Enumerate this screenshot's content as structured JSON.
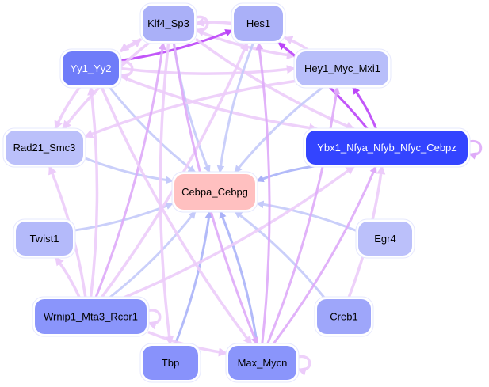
{
  "nodes": [
    {
      "id": "Klf4_Sp3",
      "label": "Klf4_Sp3",
      "fill": "#aab0f8",
      "text": "#000000"
    },
    {
      "id": "Hes1",
      "label": "Hes1",
      "fill": "#aab0f8",
      "text": "#000000"
    },
    {
      "id": "Yy1_Yy2",
      "label": "Yy1_Yy2",
      "fill": "#6f7cf9",
      "text": "#ffffff"
    },
    {
      "id": "Hey1_Myc_Mxi1",
      "label": "Hey1_Myc_Mxi1",
      "fill": "#b8befa",
      "text": "#000000"
    },
    {
      "id": "Rad21_Smc3",
      "label": "Rad21_Smc3",
      "fill": "#bbc0fa",
      "text": "#000000"
    },
    {
      "id": "Ybx1_Nfya_Nfyb_Nfyc_Cebpz",
      "label": "Ybx1_Nfya_Nfyb_Nfyc_Cebpz",
      "fill": "#3344ff",
      "text": "#ffffff"
    },
    {
      "id": "Cebpa_Cebpg",
      "label": "Cebpa_Cebpg",
      "fill": "#ffc0c0",
      "text": "#000000"
    },
    {
      "id": "Twist1",
      "label": "Twist1",
      "fill": "#b4bafa",
      "text": "#000000"
    },
    {
      "id": "Egr4",
      "label": "Egr4",
      "fill": "#bbc0fa",
      "text": "#000000"
    },
    {
      "id": "Wrnip1_Mta3_Rcor1",
      "label": "Wrnip1_Mta3_Rcor1",
      "fill": "#8a95fb",
      "text": "#000000"
    },
    {
      "id": "Creb1",
      "label": "Creb1",
      "fill": "#9ea6fa",
      "text": "#000000"
    },
    {
      "id": "Tbp",
      "label": "Tbp",
      "fill": "#8892fb",
      "text": "#000000"
    },
    {
      "id": "Max_Mycn",
      "label": "Max_Mycn",
      "fill": "#8a95fb",
      "text": "#000000"
    }
  ],
  "edge_colors": {
    "light": "#ecccfa",
    "medium": "#deaaf8",
    "strong": "#bb44f8",
    "blue": "#c4cafa",
    "blue_dark": "#aab2f8"
  },
  "edges": [
    {
      "s": "Hes1",
      "t": "Klf4_Sp3",
      "c": "light"
    },
    {
      "s": "Klf4_Sp3",
      "t": "Klf4_Sp3",
      "c": "light"
    },
    {
      "s": "Klf4_Sp3",
      "t": "Hey1_Myc_Mxi1",
      "c": "light"
    },
    {
      "s": "Hey1_Myc_Mxi1",
      "t": "Hes1",
      "c": "light"
    },
    {
      "s": "Klf4_Sp3",
      "t": "Yy1_Yy2",
      "c": "light"
    },
    {
      "s": "Yy1_Yy2",
      "t": "Klf4_Sp3",
      "c": "light"
    },
    {
      "s": "Yy1_Yy2",
      "t": "Hes1",
      "c": "strong"
    },
    {
      "s": "Yy1_Yy2",
      "t": "Hey1_Myc_Mxi1",
      "c": "light"
    },
    {
      "s": "Yy1_Yy2",
      "t": "Yy1_Yy2",
      "c": "light"
    },
    {
      "s": "Yy1_Yy2",
      "t": "Ybx1_Nfya_Nfyb_Nfyc_Cebpz",
      "c": "light"
    },
    {
      "s": "Klf4_Sp3",
      "t": "Ybx1_Nfya_Nfyb_Nfyc_Cebpz",
      "c": "light"
    },
    {
      "s": "Ybx1_Nfya_Nfyb_Nfyc_Cebpz",
      "t": "Hes1",
      "c": "strong"
    },
    {
      "s": "Ybx1_Nfya_Nfyb_Nfyc_Cebpz",
      "t": "Hey1_Myc_Mxi1",
      "c": "strong"
    },
    {
      "s": "Ybx1_Nfya_Nfyb_Nfyc_Cebpz",
      "t": "Ybx1_Nfya_Nfyb_Nfyc_Cebpz",
      "c": "medium"
    },
    {
      "s": "Klf4_Sp3",
      "t": "Cebpa_Cebpg",
      "c": "blue"
    },
    {
      "s": "Hes1",
      "t": "Cebpa_Cebpg",
      "c": "blue"
    },
    {
      "s": "Hey1_Myc_Mxi1",
      "t": "Cebpa_Cebpg",
      "c": "blue"
    },
    {
      "s": "Yy1_Yy2",
      "t": "Cebpa_Cebpg",
      "c": "blue"
    },
    {
      "s": "Rad21_Smc3",
      "t": "Cebpa_Cebpg",
      "c": "blue"
    },
    {
      "s": "Ybx1_Nfya_Nfyb_Nfyc_Cebpz",
      "t": "Cebpa_Cebpg",
      "c": "blue_dark"
    },
    {
      "s": "Twist1",
      "t": "Cebpa_Cebpg",
      "c": "blue"
    },
    {
      "s": "Egr4",
      "t": "Cebpa_Cebpg",
      "c": "blue"
    },
    {
      "s": "Wrnip1_Mta3_Rcor1",
      "t": "Cebpa_Cebpg",
      "c": "blue"
    },
    {
      "s": "Tbp",
      "t": "Cebpa_Cebpg",
      "c": "blue_dark"
    },
    {
      "s": "Max_Mycn",
      "t": "Cebpa_Cebpg",
      "c": "blue_dark"
    },
    {
      "s": "Creb1",
      "t": "Cebpa_Cebpg",
      "c": "blue"
    },
    {
      "s": "Yy1_Yy2",
      "t": "Rad21_Smc3",
      "c": "light"
    },
    {
      "s": "Klf4_Sp3",
      "t": "Rad21_Smc3",
      "c": "light"
    },
    {
      "s": "Hey1_Myc_Mxi1",
      "t": "Rad21_Smc3",
      "c": "light"
    },
    {
      "s": "Wrnip1_Mta3_Rcor1",
      "t": "Twist1",
      "c": "light"
    },
    {
      "s": "Wrnip1_Mta3_Rcor1",
      "t": "Rad21_Smc3",
      "c": "light"
    },
    {
      "s": "Wrnip1_Mta3_Rcor1",
      "t": "Yy1_Yy2",
      "c": "light"
    },
    {
      "s": "Wrnip1_Mta3_Rcor1",
      "t": "Klf4_Sp3",
      "c": "medium"
    },
    {
      "s": "Wrnip1_Mta3_Rcor1",
      "t": "Hes1",
      "c": "light"
    },
    {
      "s": "Wrnip1_Mta3_Rcor1",
      "t": "Ybx1_Nfya_Nfyb_Nfyc_Cebpz",
      "c": "light"
    },
    {
      "s": "Wrnip1_Mta3_Rcor1",
      "t": "Wrnip1_Mta3_Rcor1",
      "c": "light"
    },
    {
      "s": "Wrnip1_Mta3_Rcor1",
      "t": "Max_Mycn",
      "c": "light"
    },
    {
      "s": "Klf4_Sp3",
      "t": "Tbp",
      "c": "light"
    },
    {
      "s": "Klf4_Sp3",
      "t": "Max_Mycn",
      "c": "medium"
    },
    {
      "s": "Yy1_Yy2",
      "t": "Max_Mycn",
      "c": "light"
    },
    {
      "s": "Max_Mycn",
      "t": "Hes1",
      "c": "medium"
    },
    {
      "s": "Max_Mycn",
      "t": "Hey1_Myc_Mxi1",
      "c": "medium"
    },
    {
      "s": "Max_Mycn",
      "t": "Ybx1_Nfya_Nfyb_Nfyc_Cebpz",
      "c": "medium"
    },
    {
      "s": "Creb1",
      "t": "Ybx1_Nfya_Nfyb_Nfyc_Cebpz",
      "c": "light"
    },
    {
      "s": "Max_Mycn",
      "t": "Max_Mycn",
      "c": "light"
    }
  ]
}
